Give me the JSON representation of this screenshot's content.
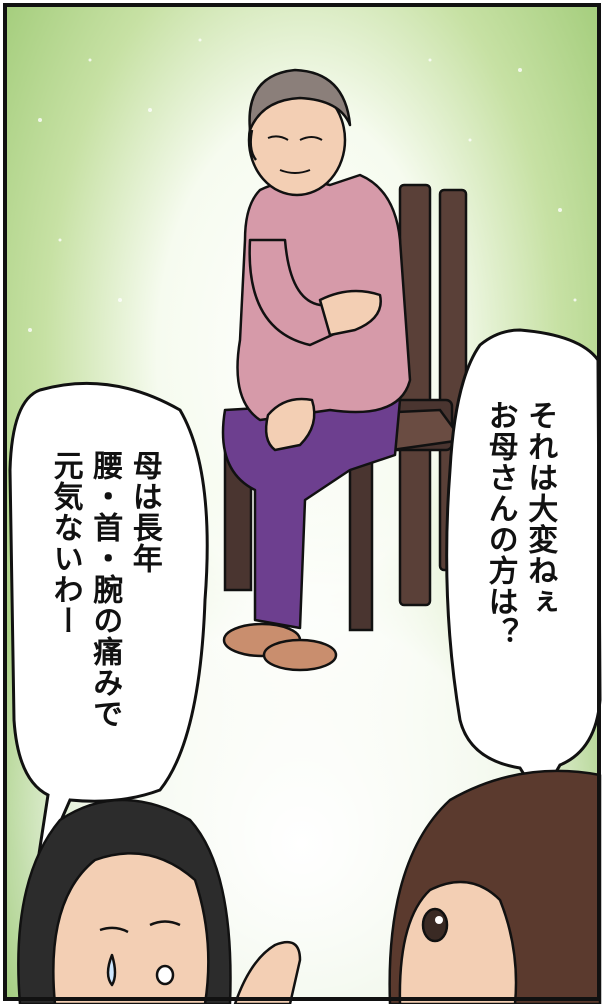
{
  "comic": {
    "bubble_left": {
      "lines": [
        "母は長年",
        "腰・首・腕の痛みで",
        "元気ないわー"
      ]
    },
    "bubble_right": {
      "lines": [
        "それは大変ねぇ",
        "お母さんの方は？"
      ]
    },
    "colors": {
      "glow_green": "#a9cf7a",
      "sweater": "#d69aa9",
      "pants": "#6d3f8f",
      "chair": "#5a4038",
      "hair_dark": "#2c2c2c",
      "hair_brown": "#5b3a2e",
      "skin": "#f3cfb4",
      "outline": "#111111"
    }
  }
}
